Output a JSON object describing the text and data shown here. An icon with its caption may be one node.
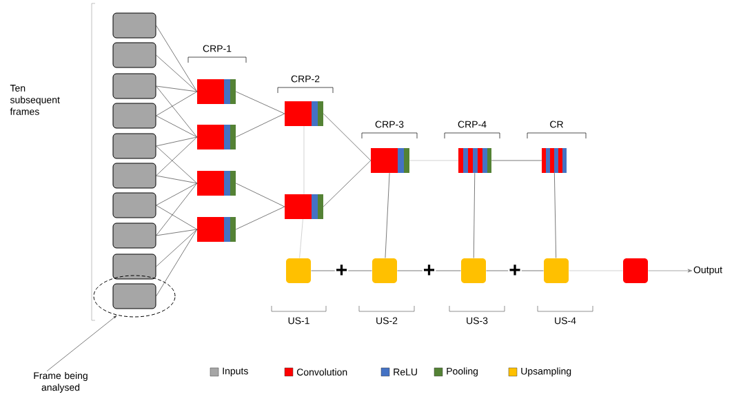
{
  "diagram": {
    "nodes": [
      {
        "text": [],
        "shape": "box"
      },
      {
        "text": [],
        "shape": "box"
      },
      {
        "text": [],
        "shape": "box"
      },
      {
        "text": [],
        "shape": "box"
      },
      {
        "text": [],
        "shape": "box"
      },
      {
        "text": [],
        "shape": "box"
      },
      {
        "text": [],
        "shape": "box"
      },
      {
        "text": [],
        "shape": "box"
      },
      {
        "text": [],
        "shape": "box"
      },
      {
        "text": [],
        "shape": "ellipse"
      },
      {
        "text": [],
        "shape": "box",
        "in": 9
      },
      {
        "text": [],
        "shape": "box"
      },
      {
        "text": [],
        "shape": "box"
      },
      {
        "text": [],
        "shape": "box"
      },
      {
        "text": [],
        "shape": "box"
      },
      {
        "text": [],
        "shape": "box"
      },
      {
        "text": [],
        "shape": "box"
      },
      {
        "text": [],
        "shape": "box"
      },
      {
        "text": [],
        "shape": "box"
      },
      {
        "text": [],
        "shape": "box"
      },
      {
        "text": [],
        "shape": "box"
      },
      {
        "text": [],
        "shape": "box"
      },
      {
        "text": [],
        "shape": "box"
      },
      {
        "text": [],
        "shape": "box"
      },
      {
        "text": [],
        "shape": "box"
      },
      {
        "text": [
          "Output"
        ]
      },
      {
        "text": [
          "Frame being analysed"
        ]
      }
    ],
    "edges": [
      {
        "from": 0,
        "to": 11,
        "arrow": "none"
      },
      {
        "from": 1,
        "to": 11,
        "arrow": "none"
      },
      {
        "from": 2,
        "to": 11,
        "arrow": "none"
      },
      {
        "from": 3,
        "to": 11,
        "arrow": "none"
      },
      {
        "from": 2,
        "to": 12,
        "arrow": "none"
      },
      {
        "from": 3,
        "to": 12,
        "arrow": "none"
      },
      {
        "from": 4,
        "to": 12,
        "arrow": "none"
      },
      {
        "from": 5,
        "to": 12,
        "arrow": "none"
      },
      {
        "from": 4,
        "to": 13,
        "arrow": "none"
      },
      {
        "from": 5,
        "to": 13,
        "arrow": "none"
      },
      {
        "from": 6,
        "to": 13,
        "arrow": "none"
      },
      {
        "from": 7,
        "to": 13,
        "arrow": "none"
      },
      {
        "from": 6,
        "to": 14,
        "arrow": "none"
      },
      {
        "from": 7,
        "to": 14,
        "arrow": "none"
      },
      {
        "from": 8,
        "to": 14,
        "arrow": "none"
      },
      {
        "from": 10,
        "to": 14,
        "arrow": "none"
      },
      {
        "from": 11,
        "to": 15,
        "arrow": "none"
      },
      {
        "from": 12,
        "to": 15,
        "arrow": "none"
      },
      {
        "from": 13,
        "to": 16,
        "arrow": "none"
      },
      {
        "from": 14,
        "to": 16,
        "arrow": "none"
      },
      {
        "from": 15,
        "to": 17,
        "arrow": "none"
      },
      {
        "from": 16,
        "to": 17,
        "arrow": "none"
      },
      {
        "from": 15,
        "to": 16,
        "arrow": "none",
        "color": "#bfbfbf"
      },
      {
        "from": 16,
        "to": 20,
        "arrow": "none",
        "color": "#bfbfbf"
      },
      {
        "from": 17,
        "to": 18,
        "arrow": "none",
        "color": "#bfbfbf"
      },
      {
        "from": 18,
        "to": 19,
        "arrow": "none"
      },
      {
        "from": 17,
        "to": 21,
        "arrow": "none"
      },
      {
        "from": 18,
        "to": 22,
        "arrow": "none"
      },
      {
        "from": 19,
        "to": 23,
        "arrow": "none"
      },
      {
        "from": 20,
        "to": 21,
        "arrow": "none",
        "label": "+"
      },
      {
        "from": 21,
        "to": 22,
        "arrow": "none",
        "label": "+"
      },
      {
        "from": 22,
        "to": 23,
        "arrow": "none",
        "label": "+"
      },
      {
        "from": 23,
        "to": 24,
        "arrow": "none",
        "color": "#bfbfbf"
      },
      {
        "from": 24,
        "to": 25,
        "arrow": "to",
        "color": "#808080"
      },
      {
        "from": 26,
        "to": 9,
        "arrow": "to"
      }
    ],
    "labels": [
      "Ten subsequent frames",
      "CRP-1",
      "CRP-2",
      "CRP-3",
      "CRP-4",
      "CR",
      "US-1",
      "US-2",
      "US-3",
      "US-4"
    ],
    "legend": [
      {
        "text": "Inputs",
        "color": "#a6a6a6"
      },
      {
        "text": "Convolution",
        "color": "#ff0000"
      },
      {
        "text": "ReLU",
        "color": "#4472c4"
      },
      {
        "text": "Pooling",
        "color": "#548235"
      },
      {
        "text": "Upsampling",
        "color": "#ffc000"
      }
    ]
  }
}
